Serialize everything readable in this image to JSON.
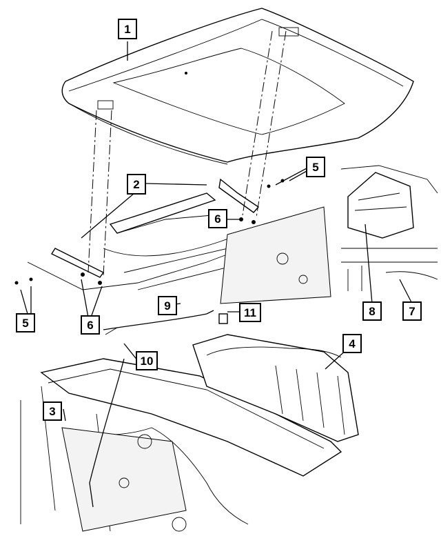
{
  "callouts": [
    {
      "id": "1",
      "label": "1"
    },
    {
      "id": "2",
      "label": "2"
    },
    {
      "id": "3",
      "label": "3"
    },
    {
      "id": "4",
      "label": "4"
    },
    {
      "id": "5a",
      "label": "5"
    },
    {
      "id": "5b",
      "label": "5"
    },
    {
      "id": "6a",
      "label": "6"
    },
    {
      "id": "6b",
      "label": "6"
    },
    {
      "id": "7",
      "label": "7"
    },
    {
      "id": "8",
      "label": "8"
    },
    {
      "id": "9",
      "label": "9"
    },
    {
      "id": "10",
      "label": "10"
    },
    {
      "id": "11",
      "label": "11"
    }
  ]
}
